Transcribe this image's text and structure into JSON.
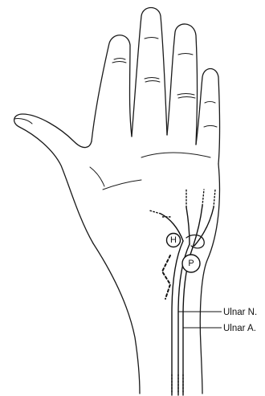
{
  "labels": {
    "hamate": "H",
    "pisiform": "P",
    "ulnar_nerve": "Ulnar N.",
    "ulnar_artery": "Ulnar A."
  },
  "colors": {
    "line": "#111111",
    "background": "#ffffff"
  }
}
